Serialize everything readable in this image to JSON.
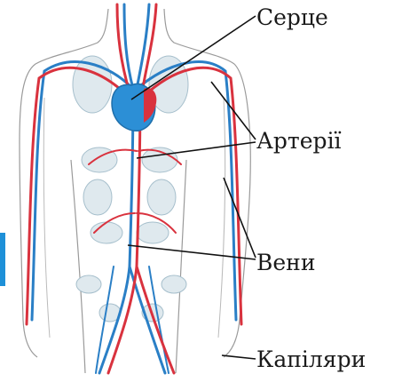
{
  "labels": {
    "heart": "Серце",
    "arteries": "Артерії",
    "veins": "Вени",
    "capillaries": "Капіляри"
  },
  "colors": {
    "artery": "#d9323e",
    "vein": "#2a7fc6",
    "heart": "#2c8fd6",
    "organ_fill": "#dfe9ee",
    "outline": "#9a9a9a",
    "edge_bar": "#1e90d8"
  },
  "icons": {
    "figure": "human-circulatory-system-icon"
  }
}
